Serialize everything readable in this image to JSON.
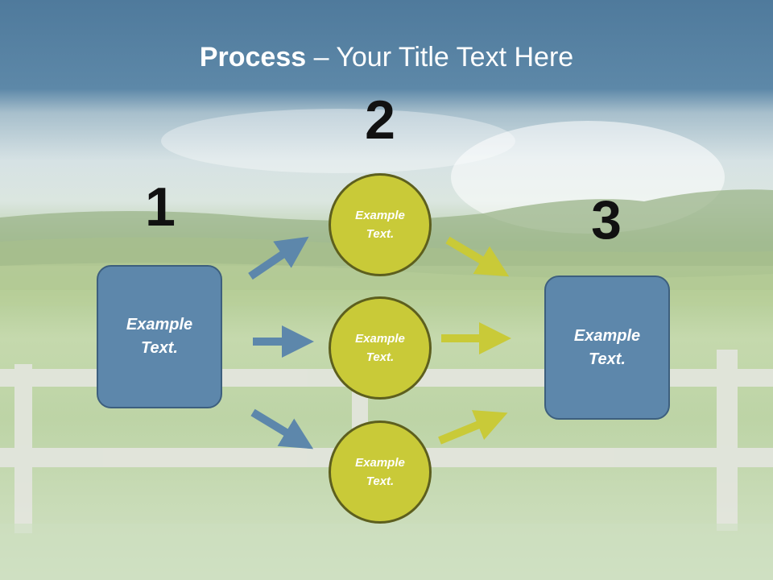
{
  "title": {
    "bold": "Process",
    "rest": " – Your Title Text Here"
  },
  "steps": [
    {
      "number": "1",
      "text": "Example Text."
    },
    {
      "number": "2",
      "circles": [
        "Example Text.",
        "Example Text.",
        "Example Text."
      ]
    },
    {
      "number": "3",
      "text": "Example Text."
    }
  ],
  "colors": {
    "box_fill": "#5d87ab",
    "circle_fill": "#c9ca38",
    "blue_arrow": "#5d87ab",
    "yellow_arrow": "#c9ca38"
  }
}
